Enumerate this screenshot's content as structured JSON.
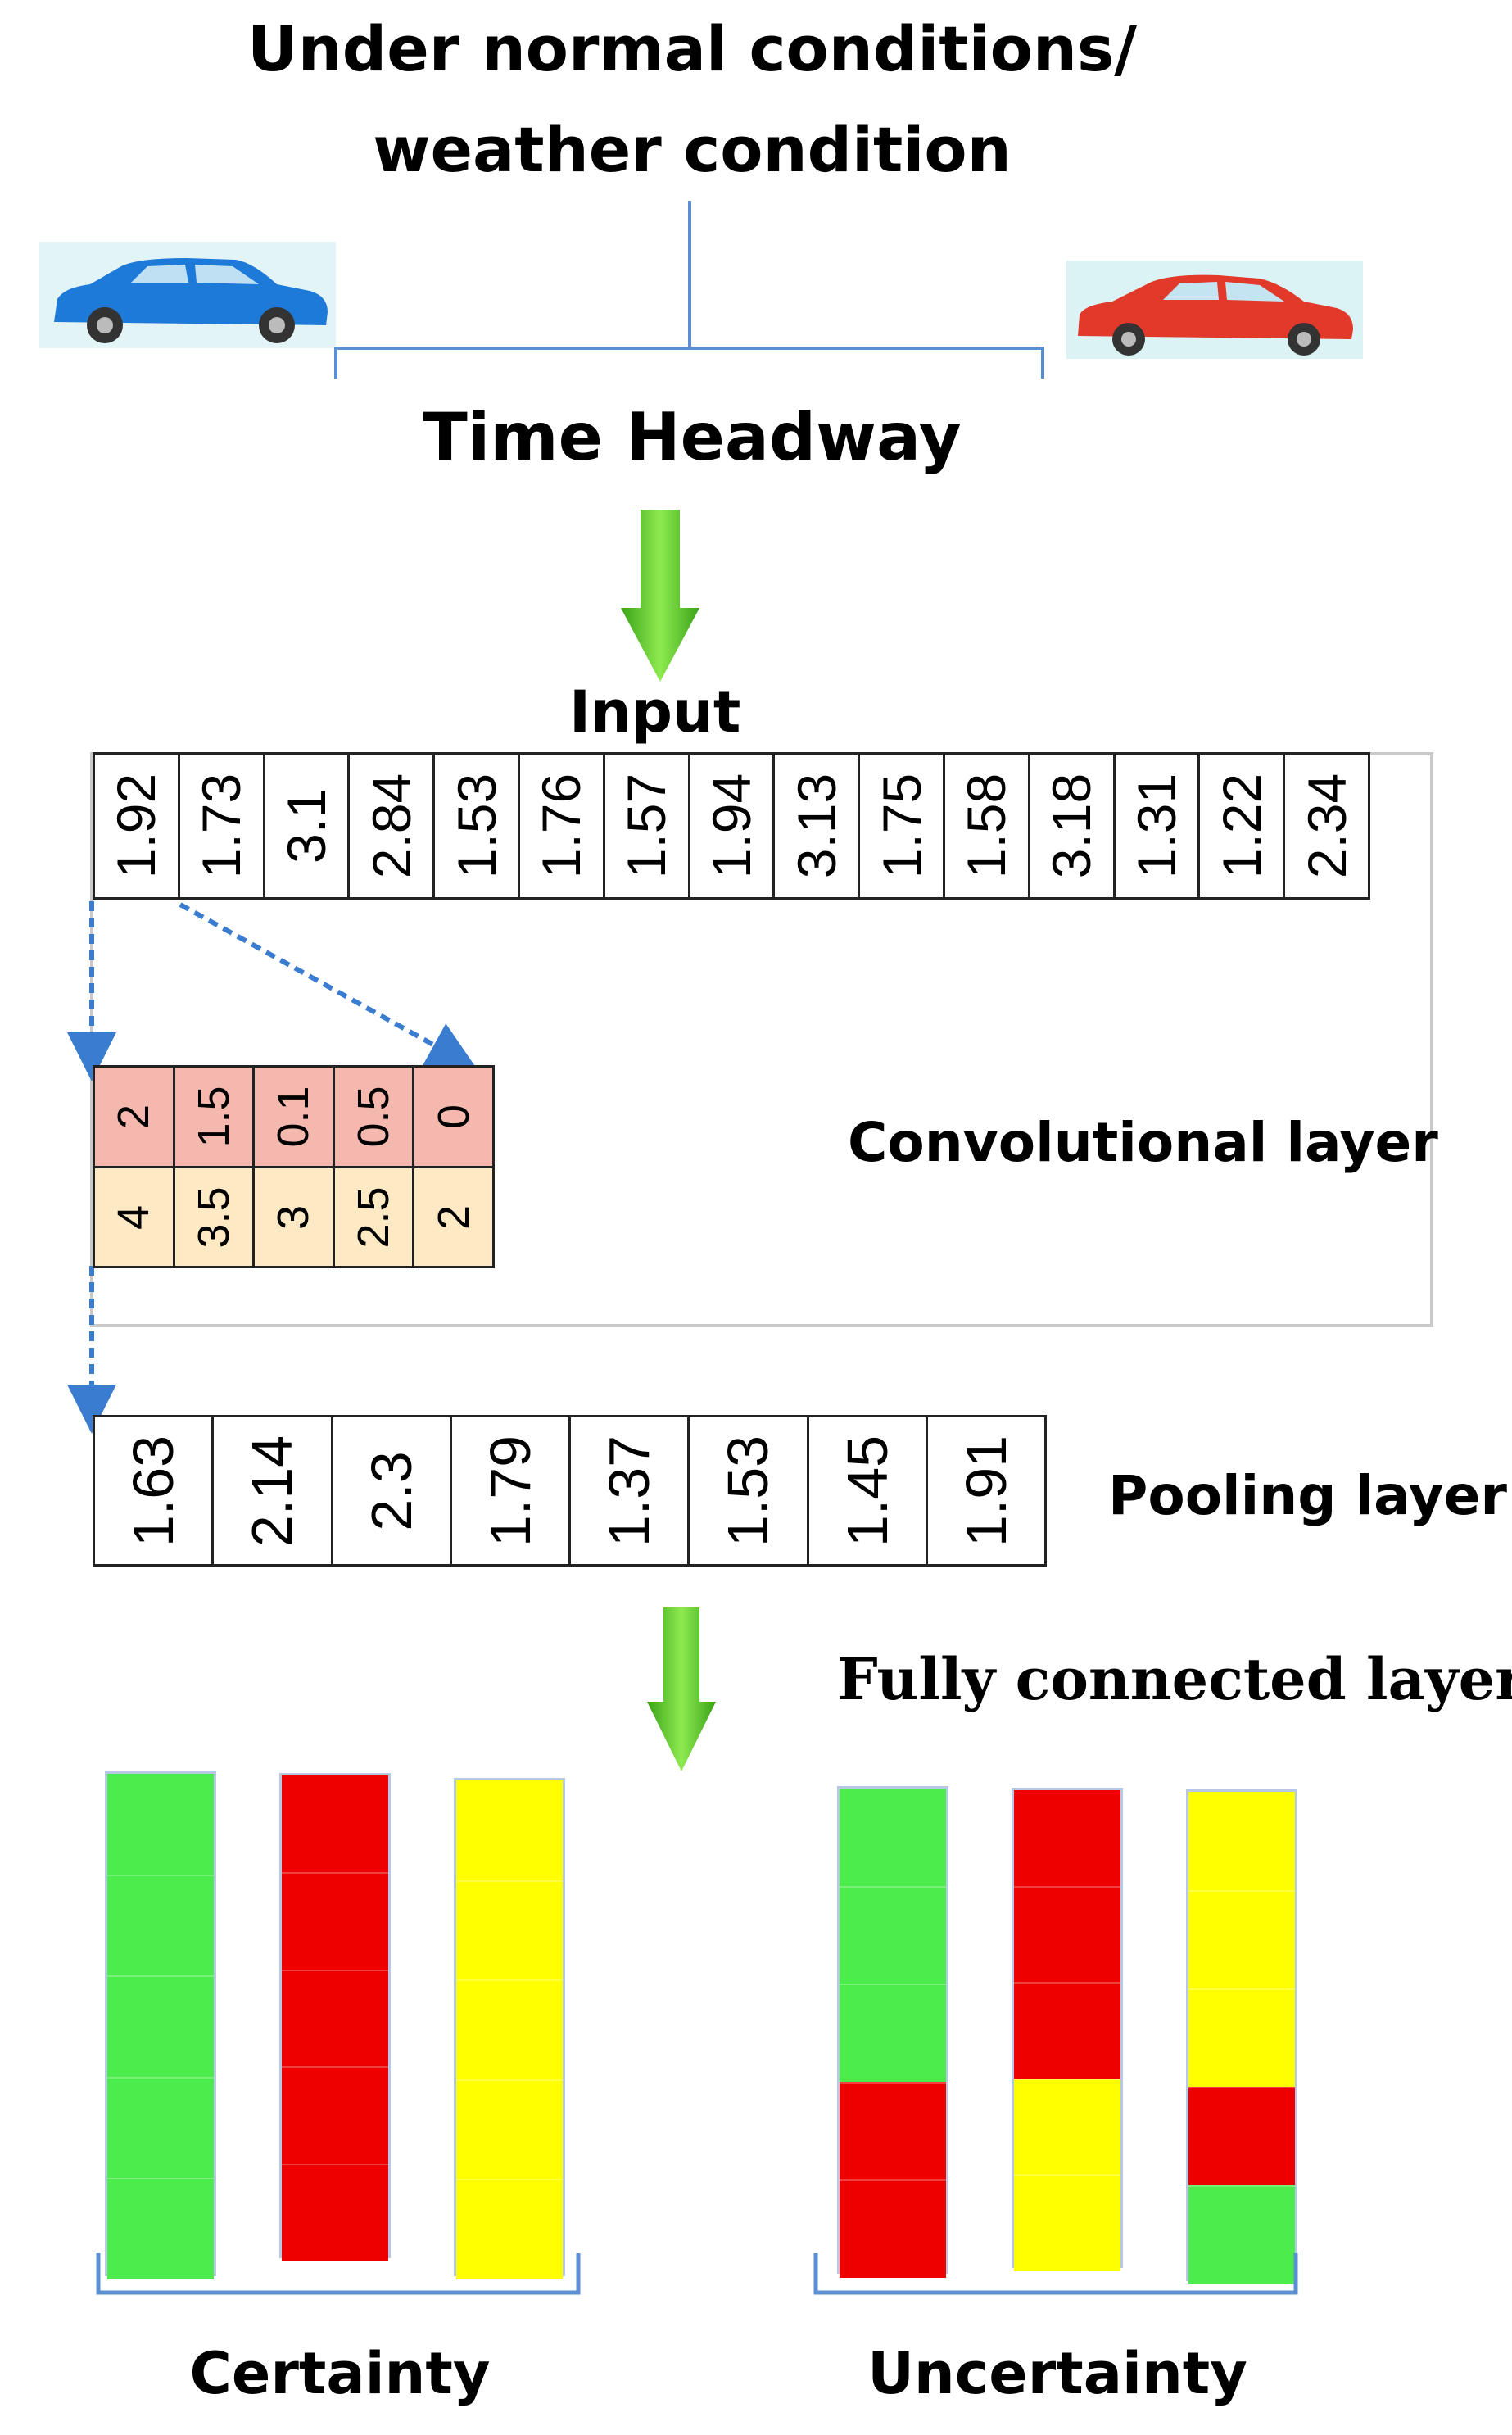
{
  "title_line1": "Under normal conditions/",
  "title_line2": "weather condition",
  "headway_label": "Time Headway",
  "input_label": "Input",
  "input_values": [
    "1.92",
    "1.73",
    "3.1",
    "2.84",
    "1.53",
    "1.76",
    "1.57",
    "1.94",
    "3.13",
    "1.75",
    "1.58",
    "3.18",
    "1.31",
    "1.22",
    "2.34"
  ],
  "conv_label": "Convolutional layer",
  "conv_top": [
    "2",
    "1.5",
    "0.1",
    "0.5",
    "0"
  ],
  "conv_bottom": [
    "4",
    "3.5",
    "3",
    "2.5",
    "2"
  ],
  "pool_label": "Pooling layer",
  "pool_values": [
    "1.63",
    "2.14",
    "2.3",
    "1.79",
    "1.37",
    "1.53",
    "1.45",
    "1.91"
  ],
  "fc_label": "Fully connected layer",
  "certainty_label": "Certainty",
  "uncertainty_label": "Uncertainty",
  "colors": {
    "green": "#4cec4c",
    "red": "#ee0000",
    "yellow": "#ffff00",
    "conv_top_fill": "#f4b8ae",
    "conv_bottom_fill": "#fde9c4",
    "arrow_green": "#5ccc2c",
    "bracket_blue": "#5b8fd4",
    "car_left": "#1e7ad8",
    "car_right": "#e23a2a"
  },
  "certainty_bars": [
    [
      "green",
      "green",
      "green",
      "green",
      "green"
    ],
    [
      "red",
      "red",
      "red",
      "red",
      "red"
    ],
    [
      "yellow",
      "yellow",
      "yellow",
      "yellow",
      "yellow"
    ]
  ],
  "uncertainty_bars": [
    [
      "green",
      "green",
      "green",
      "red",
      "red"
    ],
    [
      "red",
      "red",
      "red",
      "yellow",
      "yellow"
    ],
    [
      "yellow",
      "yellow",
      "yellow",
      "red",
      "green"
    ]
  ]
}
